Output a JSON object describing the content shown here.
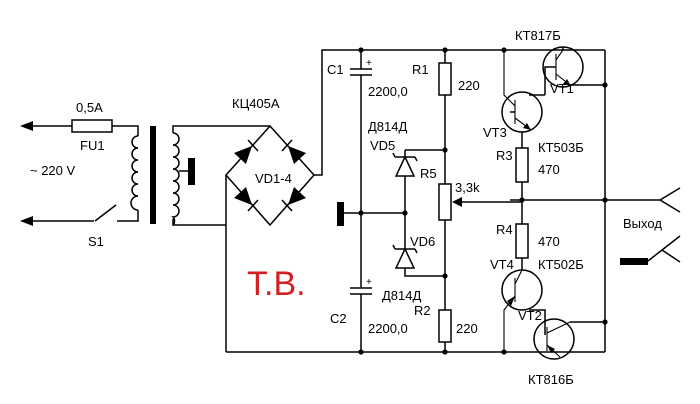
{
  "fuse": {
    "rating": "0,5A",
    "ref": "FU1"
  },
  "mains": {
    "voltage": "~ 220 V"
  },
  "switch": {
    "ref": "S1"
  },
  "bridge": {
    "type": "КЦ405А",
    "ref": "VD1-4"
  },
  "c1": {
    "ref": "C1",
    "value": "2200,0",
    "polarity": "+"
  },
  "c2": {
    "ref": "C2",
    "value": "2200,0",
    "polarity": "+"
  },
  "r1": {
    "ref": "R1",
    "value": "220"
  },
  "r2": {
    "ref": "R2",
    "value": "220"
  },
  "r3": {
    "ref": "R3",
    "value": "470"
  },
  "r4": {
    "ref": "R4",
    "value": "470"
  },
  "r5": {
    "ref": "R5",
    "value": "3,3k"
  },
  "vd5": {
    "ref": "VD5",
    "type": "Д814Д"
  },
  "vd6": {
    "ref": "VD6",
    "type": "Д814Д"
  },
  "vt1": {
    "ref": "VT1",
    "type": "КТ817Б"
  },
  "vt2": {
    "ref": "VT2",
    "type": "КТ816Б"
  },
  "vt3": {
    "ref": "VT3",
    "type": "КТ503Б"
  },
  "vt4": {
    "ref": "VT4",
    "type": "КТ502Б"
  },
  "output": {
    "label": "Выход"
  },
  "annotation": {
    "text": "Т.В.",
    "color": "#d42020"
  }
}
